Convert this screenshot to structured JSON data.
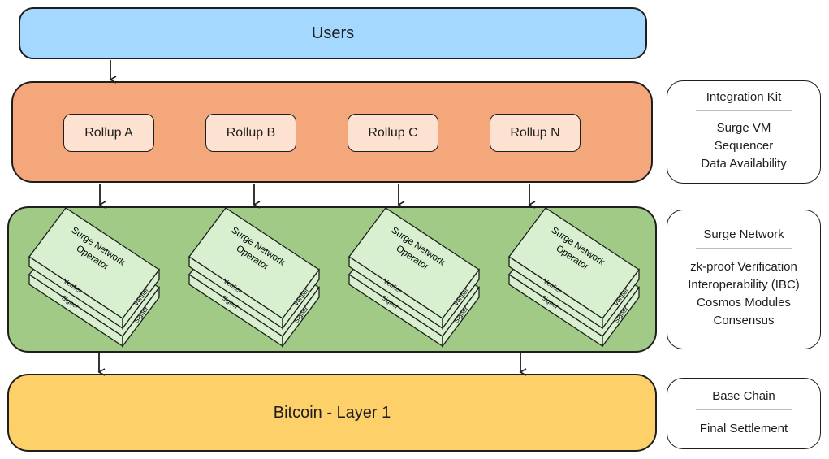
{
  "layers": {
    "users": "Users",
    "rollups": [
      "Rollup A",
      "Rollup B",
      "Rollup C",
      "Rollup N"
    ],
    "operator_title": [
      "Surge Network",
      "Operator"
    ],
    "operator_layers": [
      "Verifier",
      "Signer"
    ],
    "base": "Bitcoin - Layer 1"
  },
  "side_panels": {
    "integration_kit": {
      "title": "Integration Kit",
      "items": [
        "Surge VM",
        "Sequencer",
        "Data Availability"
      ]
    },
    "surge_network": {
      "title": "Surge Network",
      "items": [
        "zk-proof Verification",
        "Interoperability (IBC)",
        "Cosmos Modules",
        "Consensus"
      ]
    },
    "base_chain": {
      "title": "Base Chain",
      "items": [
        "Final Settlement"
      ]
    }
  },
  "colors": {
    "users": "#a5d8ff",
    "rollup_layer": "#f4a77b",
    "rollup_box": "#fde2d2",
    "network_layer": "#a0ca86",
    "operator_box": "#d8f0d0",
    "base_layer": "#fdd06a"
  }
}
